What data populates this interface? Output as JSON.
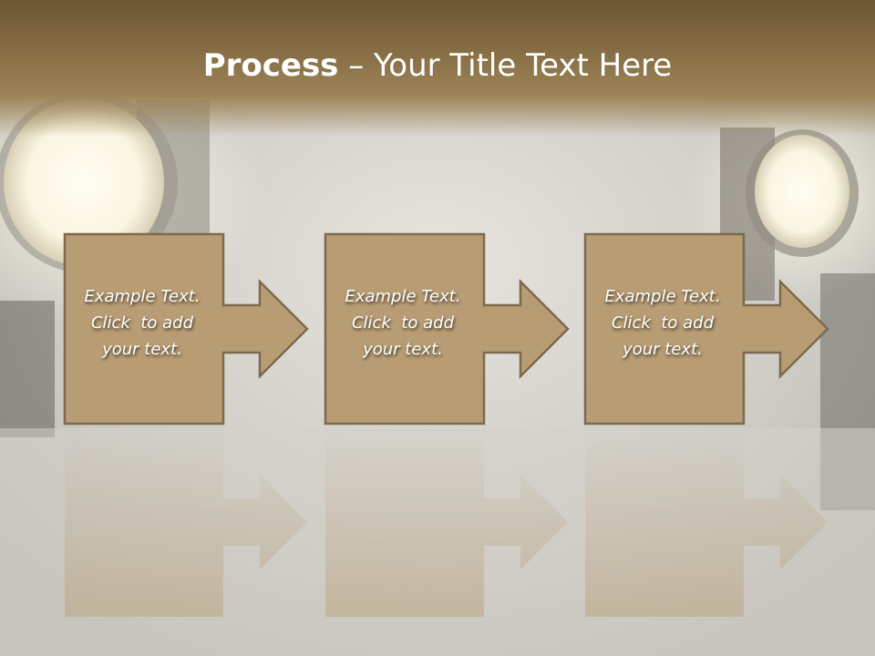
{
  "slide": {
    "title_bold": "Process",
    "title_rest": " – Your Title Text Here"
  },
  "steps": [
    {
      "line1": "Example Text.",
      "line2": "Click  to add",
      "line3": "your text."
    },
    {
      "line1": "Example Text.",
      "line2": "Click  to add",
      "line3": "your text."
    },
    {
      "line1": "Example Text.",
      "line2": "Click  to add",
      "line3": "your text."
    }
  ],
  "colors": {
    "box_fill": "#b89d74",
    "box_stroke": "#7d6a4c",
    "title_band": "#8b7248",
    "background": "#cfccc6"
  }
}
